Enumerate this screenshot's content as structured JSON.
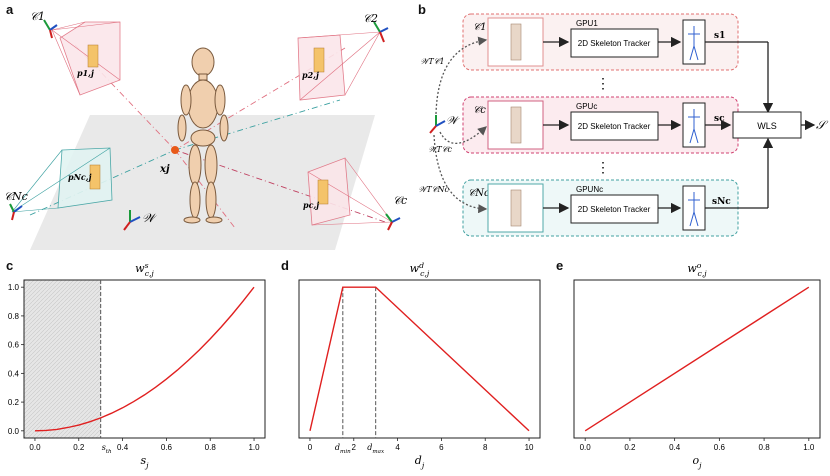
{
  "panels": {
    "a": "a",
    "b": "b",
    "c": "c",
    "d": "d",
    "e": "e"
  },
  "scene": {
    "world_label": "𝒲",
    "point_label": "𝒙j",
    "cameras": [
      {
        "label": "𝒞1",
        "proj_label": "p1,j"
      },
      {
        "label": "𝒞2",
        "proj_label": "p2,j"
      },
      {
        "label": "𝒞Nc",
        "proj_label": "pNc,j"
      },
      {
        "label": "𝒞c",
        "proj_label": "pc,j"
      }
    ]
  },
  "pipeline": {
    "world_label": "𝒲",
    "transforms": [
      "𝒲T𝒞1",
      "𝒲T𝒞c",
      "𝒲T𝒞Nc"
    ],
    "rows": [
      {
        "camera": "𝒞1",
        "gpu": "GPU1",
        "tracker": "2D Skeleton Tracker",
        "output": "s1"
      },
      {
        "camera": "𝒞c",
        "gpu": "GPUc",
        "tracker": "2D Skeleton Tracker",
        "output": "sc"
      },
      {
        "camera": "𝒞Nc",
        "gpu": "GPUNc",
        "tracker": "2D Skeleton Tracker",
        "output": "sNc"
      }
    ],
    "ellipsis": "⋮",
    "wls_label": "WLS",
    "result_label": "𝒮"
  },
  "charts": [
    {
      "id": "c",
      "type": "line",
      "title": "w^s_c,j",
      "xlabel": "s_j",
      "x": [
        0.0,
        0.05,
        0.1,
        0.15,
        0.2,
        0.25,
        0.3,
        0.35,
        0.4,
        0.45,
        0.5,
        0.55,
        0.6,
        0.65,
        0.7,
        0.75,
        0.8,
        0.85,
        0.9,
        0.95,
        1.0
      ],
      "y": [
        0.0,
        0.003,
        0.01,
        0.023,
        0.04,
        0.063,
        0.09,
        0.123,
        0.16,
        0.203,
        0.25,
        0.303,
        0.36,
        0.423,
        0.49,
        0.563,
        0.64,
        0.723,
        0.81,
        0.903,
        1.0
      ],
      "xlim": [
        -0.05,
        1.05
      ],
      "ylim": [
        -0.05,
        1.05
      ],
      "xticks": [
        0.0,
        0.2,
        0.4,
        0.6,
        0.8,
        1.0
      ],
      "xtick_labels": [
        "0.0",
        "0.2",
        "0.4",
        "0.6",
        "0.8",
        "1.0"
      ],
      "yticks": [
        0.0,
        0.2,
        0.4,
        0.6,
        0.8,
        1.0
      ],
      "ytick_labels": [
        "0.0",
        "0.2",
        "0.4",
        "0.6",
        "0.8",
        "1.0"
      ],
      "threshold": {
        "x": 0.3,
        "label": "s_th"
      },
      "shaded_region": [
        -0.05,
        0.3
      ],
      "line_color": "#e02020"
    },
    {
      "id": "d",
      "type": "line",
      "title": "w^d_c,j",
      "xlabel": "d_j",
      "x": [
        0.0,
        1.5,
        3.0,
        10.0
      ],
      "y": [
        0.0,
        1.0,
        1.0,
        0.0
      ],
      "xlim": [
        -0.5,
        10.5
      ],
      "ylim": [
        -0.05,
        1.05
      ],
      "xticks": [
        0,
        2,
        4,
        6,
        8,
        10
      ],
      "xtick_labels": [
        "0",
        "2",
        "4",
        "6",
        "8",
        "10"
      ],
      "special_xticks": [
        {
          "x": 1.5,
          "label": "d_min"
        },
        {
          "x": 3.0,
          "label": "d_max"
        }
      ],
      "line_color": "#e02020"
    },
    {
      "id": "e",
      "type": "line",
      "title": "w^o_c,j",
      "xlabel": "o_j",
      "x": [
        0.0,
        1.0
      ],
      "y": [
        0.0,
        1.0
      ],
      "xlim": [
        -0.05,
        1.05
      ],
      "ylim": [
        -0.05,
        1.05
      ],
      "xticks": [
        0.0,
        0.2,
        0.4,
        0.6,
        0.8,
        1.0
      ],
      "xtick_labels": [
        "0.0",
        "0.2",
        "0.4",
        "0.6",
        "0.8",
        "1.0"
      ],
      "line_color": "#e02020"
    }
  ]
}
